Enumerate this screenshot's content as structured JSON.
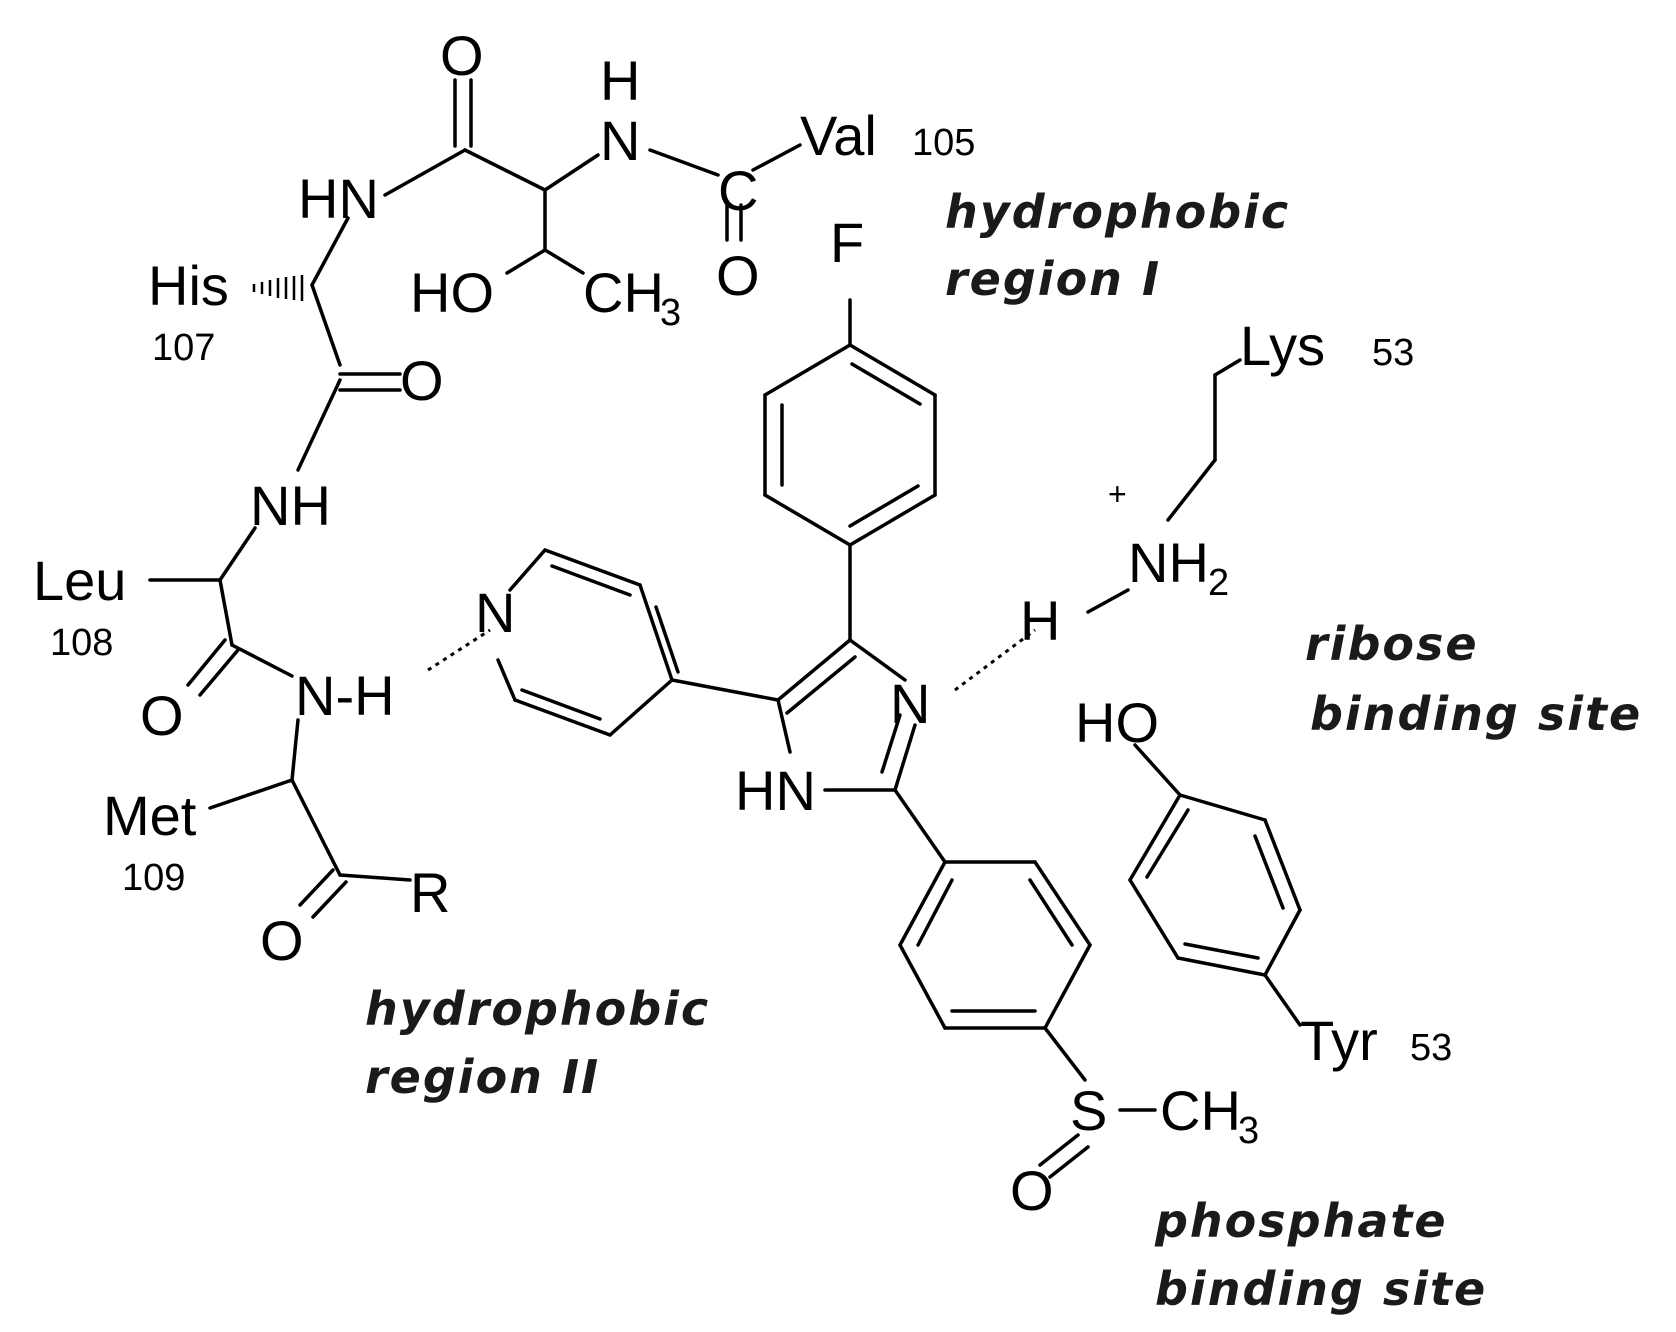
{
  "regions": {
    "hydrophobic_1": [
      "hydrophobic",
      "region I"
    ],
    "hydrophobic_2": [
      "hydrophobic",
      "region II"
    ],
    "ribose": [
      "ribose",
      "binding site"
    ],
    "phosphate": [
      "phosphate",
      "binding site"
    ]
  },
  "residues": {
    "val": "Val",
    "val_num": "105",
    "his": "His",
    "his_num": "107",
    "leu": "Leu",
    "leu_num": "108",
    "met": "Met",
    "met_num": "109",
    "lys": "Lys",
    "lys_num": "53",
    "tyr": "Tyr",
    "tyr_num": "53"
  },
  "atoms": {
    "O": "O",
    "H": "H",
    "N": "N",
    "C": "C",
    "F": "F",
    "S": "S",
    "R": "R",
    "HN": "HN",
    "NH": "NH",
    "NH_H": "N-H",
    "HO": "HO",
    "CH": "CH",
    "NH2": "NH",
    "two": "2",
    "three": "3",
    "plus": "+"
  },
  "colors": {
    "ink": "#000000",
    "region_text": "#1a1a1a",
    "background": "#ffffff"
  }
}
